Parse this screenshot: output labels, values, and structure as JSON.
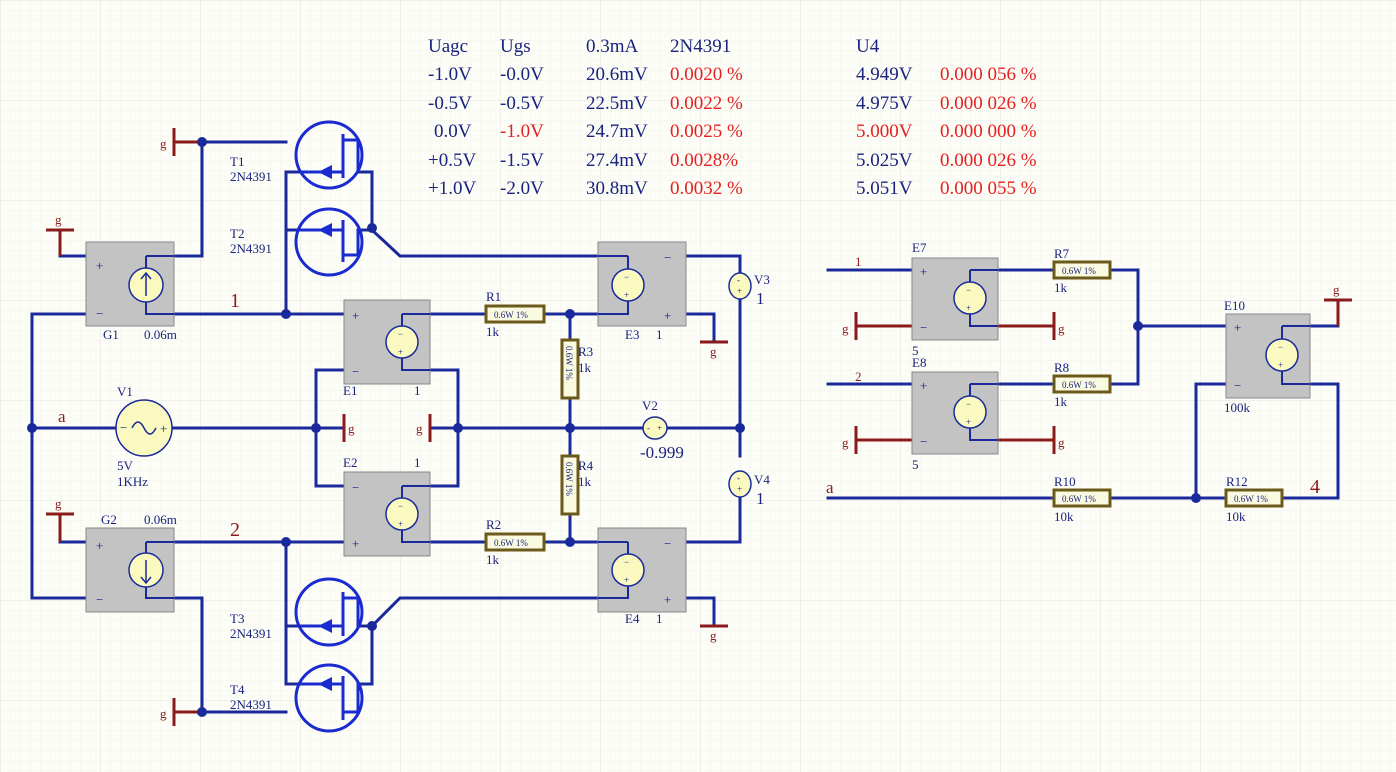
{
  "table": {
    "headers": [
      "Uagc",
      "Ugs",
      "0.3mA",
      "2N4391",
      "U4"
    ],
    "rows": [
      {
        "uagc": "-1.0V",
        "ugs": "-0.0V",
        "ma": "20.6mV",
        "pct": "0.0020 %",
        "u4": "4.949V",
        "u4pct": "0.000 056 %"
      },
      {
        "uagc": "-0.5V",
        "ugs": "-0.5V",
        "ma": "22.5mV",
        "pct": "0.0022 %",
        "u4": "4.975V",
        "u4pct": "0.000 026 %"
      },
      {
        "uagc": "0.0V",
        "ugs": "-1.0V",
        "ma": "24.7mV",
        "pct": "0.0025 %",
        "u4": "5.000V",
        "u4pct": "0.000 000 %"
      },
      {
        "uagc": "+0.5V",
        "ugs": "-1.5V",
        "ma": "27.4mV",
        "pct": "0.0028%",
        "u4": "5.025V",
        "u4pct": "0.000 026 %"
      },
      {
        "uagc": "+1.0V",
        "ugs": "-2.0V",
        "ma": "30.8mV",
        "pct": "0.0032 %",
        "u4": "5.051V",
        "u4pct": "0.000 055 %"
      }
    ]
  },
  "colors": {
    "wire": "#1a2a9a",
    "ground": "#8b1a1a",
    "highlight": "#e52020",
    "component": "#c3c3c3",
    "resistor": "#fafae0"
  },
  "labels": {
    "ground": "g",
    "resistor_rating": "0.6W 1%",
    "t1": "T1",
    "t1_type": "2N4391",
    "t2": "T2",
    "t2_type": "2N4391",
    "t3": "T3",
    "t3_type": "2N4391",
    "t4": "T4",
    "t4_type": "2N4391",
    "g1": "G1",
    "g1_val": "0.06m",
    "g2": "G2",
    "g2_val": "0.06m",
    "v1": "V1",
    "v1_amp": "5V",
    "v1_freq": "1KHz",
    "v2": "V2",
    "v2_val": "-0.999",
    "v3": "V3",
    "v3_val": "1",
    "v4": "V4",
    "v4_val": "1",
    "e1": "E1",
    "e1_val": "1",
    "e2": "E2",
    "e2_val": "1",
    "e3": "E3",
    "e3_val": "1",
    "e4": "E4",
    "e4_val": "1",
    "e7": "E7",
    "e7_val": "5",
    "e8": "E8",
    "e8_val": "5",
    "e10": "E10",
    "e10_val": "100k",
    "r1": "R1",
    "r1_val": "1k",
    "r2": "R2",
    "r2_val": "1k",
    "r3": "R3",
    "r3_val": "1k",
    "r4": "R4",
    "r4_val": "1k",
    "r7": "R7",
    "r7_val": "1k",
    "r8": "R8",
    "r8_val": "1k",
    "r10": "R10",
    "r10_val": "10k",
    "r12": "R12",
    "r12_val": "10k",
    "node1": "1",
    "node2": "2",
    "node_a": "a",
    "node4": "4",
    "in1": "1",
    "in2": "2",
    "in_a": "a",
    "plus": "+",
    "minus": "−"
  }
}
